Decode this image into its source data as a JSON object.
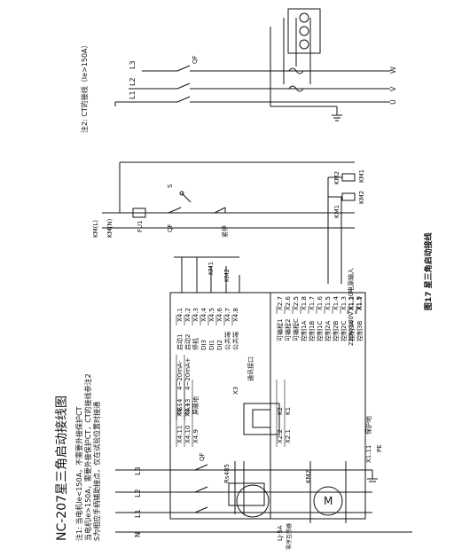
{
  "title": "NC-207星三角启动接线图",
  "notes": {
    "n1a": "注1: 当电机Ie<150A，不需要外接保护CT",
    "n1b": "当电机Ie>150A，需要外接保护CT，CT的接线参注2",
    "n1c": "S为相应手柄辅助接点，仅在试验位置时接通"
  },
  "note2": "注2: CT的接线（Ie>150A）",
  "figure_caption": "图17  星三角启动接线",
  "lines": {
    "l1": "L1",
    "l2": "L2",
    "l3": "L3",
    "n": "N",
    "u": "U",
    "v": "V",
    "w": "W",
    "km_l": "KM(L)",
    "km_n": "KM(N)"
  },
  "components": {
    "qf": "QF",
    "fu1": "FU1",
    "s": "S",
    "emergency": "紧停",
    "km1": "KM1",
    "km2": "KM2",
    "m": "M",
    "ct": "LJ-5A",
    "ct_sub": "零序互感器",
    "pe": "PE",
    "rs485": "Rs485",
    "x3": "X3",
    "comm_port": "通讯接口"
  },
  "inputs_terminals": [
    {
      "term": "X4.1",
      "label": "启动1"
    },
    {
      "term": "X4.2",
      "label": "启动2"
    },
    {
      "term": "X4.3",
      "label": "停机"
    },
    {
      "term": "X4.4",
      "label": "DI3"
    },
    {
      "term": "X4.5",
      "label": "DI1"
    },
    {
      "term": "X4.6",
      "label": "DI2"
    },
    {
      "term": "X4.7",
      "label": "公共端"
    },
    {
      "term": "X4.8",
      "label": "公共端"
    }
  ],
  "analog_terminals": [
    {
      "term": "X4.14",
      "label": "4~20mA-"
    },
    {
      "term": "X4.13",
      "label": "4~20mA+"
    }
  ],
  "comm_terminals": [
    {
      "term": "X4.11",
      "label": "TB-"
    },
    {
      "term": "X4.10",
      "label": "TA+"
    },
    {
      "term": "X4.9",
      "label": "屏蔽地"
    }
  ],
  "ct_terminals": [
    {
      "term": "X2.2",
      "label": "K2"
    },
    {
      "term": "X2.1",
      "label": "K1"
    }
  ],
  "relay_terminals": [
    {
      "term": "X2.7",
      "label": "可编程1"
    },
    {
      "term": "X2.6",
      "label": "可编程2"
    },
    {
      "term": "X2.5",
      "label": "可编程C"
    },
    {
      "term": "X1.8",
      "label": "控制1A"
    },
    {
      "term": "X1.7",
      "label": "控制1B"
    },
    {
      "term": "X1.6",
      "label": "控制1C"
    },
    {
      "term": "X1.5",
      "label": "控制2A"
    },
    {
      "term": "X1.4",
      "label": "控制2B"
    },
    {
      "term": "X1.3",
      "label": "控制2C"
    },
    {
      "term": "X1.2",
      "label": "控制3A"
    },
    {
      "term": "X1.1",
      "label": "控制3B"
    }
  ],
  "power_terminals": [
    {
      "term": "X1.10",
      "label": "220V/380V"
    },
    {
      "term": "X1.9",
      "label": ""
    }
  ],
  "ground_terminal": {
    "term": "X1.11",
    "label": "保护地"
  },
  "power_input": "电源输入"
}
